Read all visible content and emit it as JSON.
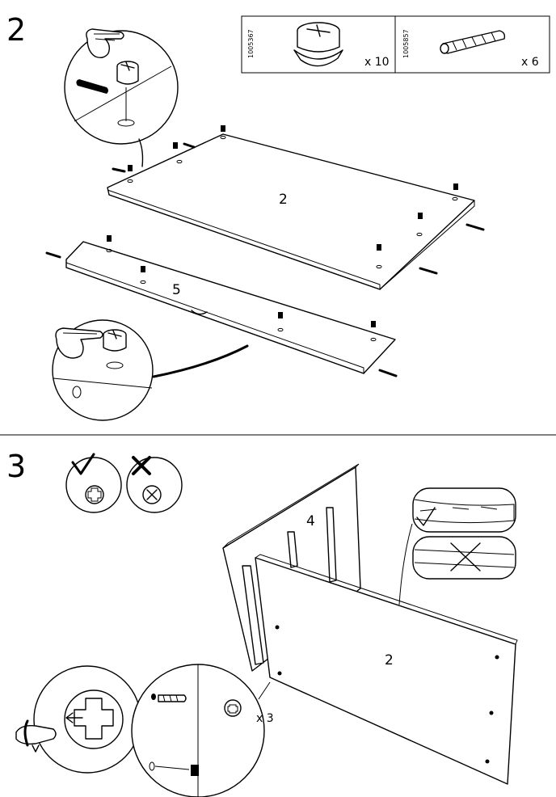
{
  "steps": {
    "step2": {
      "number": "2",
      "hardware": [
        {
          "code": "1005367",
          "quantity": "x 10",
          "icon": "cam-lock-icon"
        },
        {
          "code": "1005857",
          "quantity": "x 6",
          "icon": "wooden-dowel-icon"
        }
      ],
      "panels": {
        "top_panel_label": "2",
        "bottom_panel_label": "5"
      }
    },
    "step3": {
      "number": "3",
      "panels": {
        "side_panel_label": "4",
        "main_panel_label": "2"
      },
      "quantity": "x 3",
      "indicators": {
        "correct": "check-mark-icon",
        "incorrect": "cross-mark-icon"
      }
    }
  }
}
